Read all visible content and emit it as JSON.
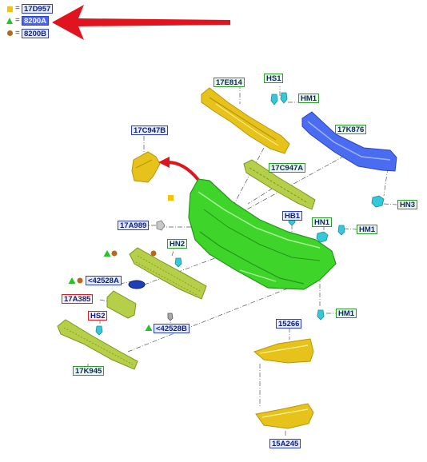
{
  "legend": [
    {
      "code": "17D957",
      "symbol": "square",
      "color": "#f5c400",
      "style": "blue"
    },
    {
      "code": "8200A",
      "symbol": "triangle",
      "color": "#27c227",
      "style": "selected"
    },
    {
      "code": "8200B",
      "symbol": "circle",
      "color": "#b9671a",
      "style": "blue"
    }
  ],
  "legend_eq": "=",
  "labels": {
    "17E814": "17E814",
    "HS1": "HS1",
    "HM1_top": "HM1",
    "17K876": "17K876",
    "17C947B": "17C947B",
    "17C947A": "17C947A",
    "HN3": "HN3",
    "HB1": "HB1",
    "HN1": "HN1",
    "HM1_mid": "HM1",
    "17A989": "17A989",
    "HN2": "HN2",
    "42528A": "<42528A",
    "17A385": "17A385",
    "HS2": "HS2",
    "42528B": "<42528B",
    "HM1_low": "HM1",
    "15266": "15266",
    "17K945": "17K945",
    "15A245": "15A245"
  },
  "colors": {
    "arrow": "#e0141e",
    "bumper": "#3fd42a",
    "bumper_dark": "#23961a",
    "yellow_part": "#e6c21a",
    "yellow_dark": "#b8950a",
    "olive_part": "#b5d048",
    "beam": "#4a6cf0",
    "clip": "#35c8d8"
  }
}
